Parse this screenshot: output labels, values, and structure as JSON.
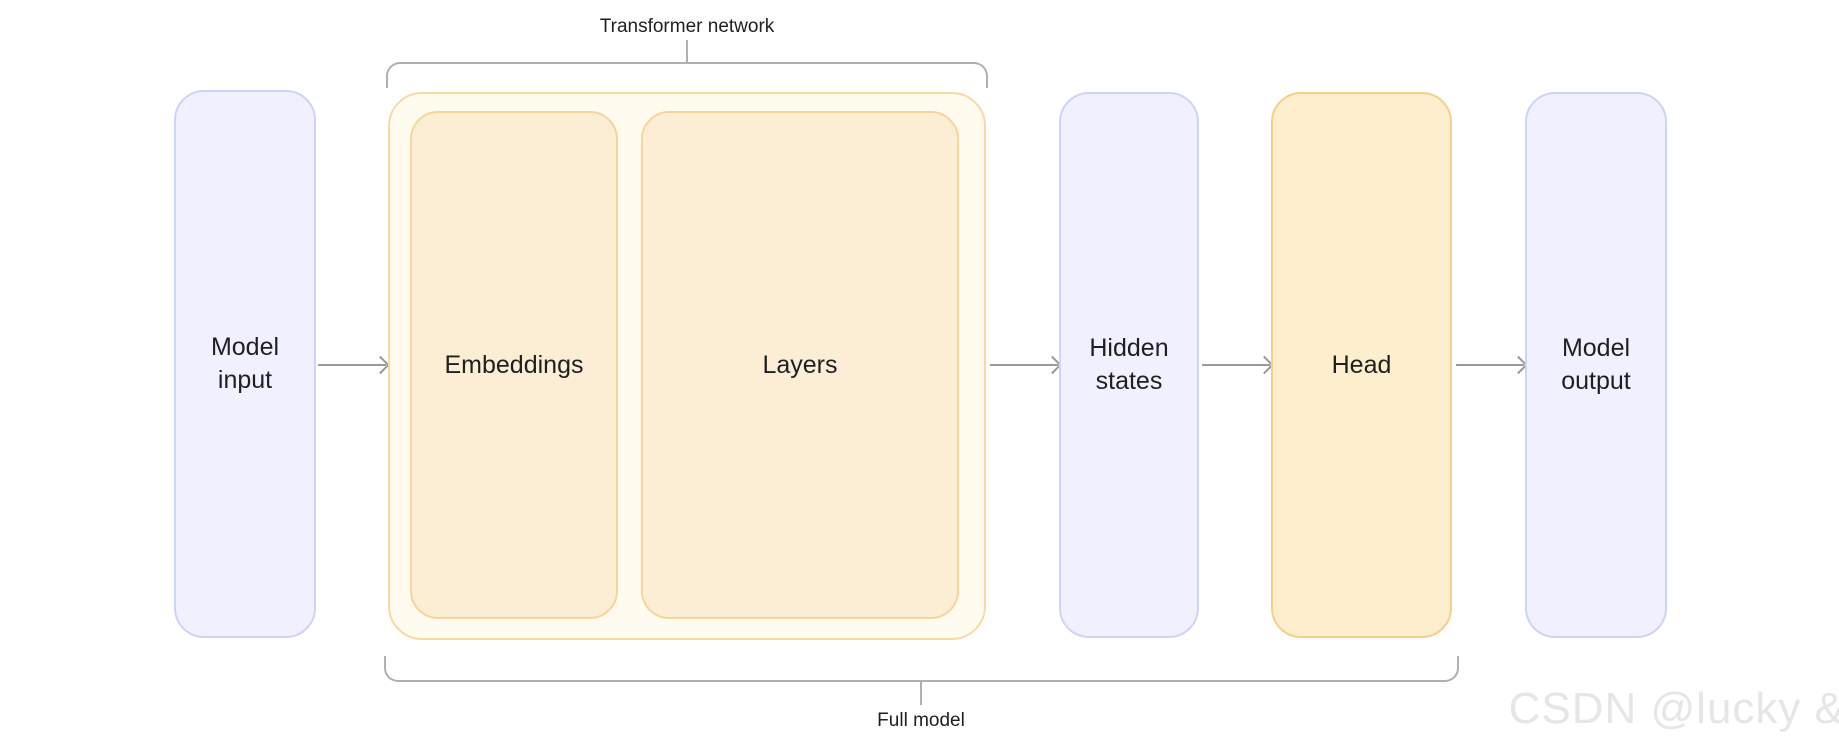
{
  "diagram": {
    "title_top": "Transformer network",
    "title_bottom": "Full model",
    "nodes": {
      "model_input": {
        "label": "Model\ninput",
        "color": "#f1f0fe"
      },
      "transformer_container": {
        "label": "",
        "color": "#fffbef"
      },
      "embeddings": {
        "label": "Embeddings",
        "color": "#fcedd5"
      },
      "layers": {
        "label": "Layers",
        "color": "#fcedd5"
      },
      "hidden_states": {
        "label": "Hidden\nstates",
        "color": "#f1f0fe"
      },
      "head": {
        "label": "Head",
        "color": "#fdeecd"
      },
      "model_output": {
        "label": "Model\noutput",
        "color": "#f1f0fe"
      }
    },
    "arrows": [
      {
        "from": "model_input",
        "to": "transformer_container"
      },
      {
        "from": "transformer_container",
        "to": "hidden_states"
      },
      {
        "from": "hidden_states",
        "to": "head"
      },
      {
        "from": "head",
        "to": "model_output"
      }
    ],
    "brackets": [
      {
        "name": "transformer-network-bracket",
        "caption": "Transformer network",
        "position": "top"
      },
      {
        "name": "full-model-bracket",
        "caption": "Full model",
        "position": "bottom"
      }
    ],
    "colors": {
      "lavender_fill": "#f1f0fe",
      "lavender_stroke": "#ccd4f7",
      "peach_fill": "#fdeecd",
      "peach_stroke": "#f6d08a",
      "cream_fill": "#fffbef",
      "cream_stroke": "#f8d9a6",
      "arrow": "#9a9a9a",
      "bracket": "#b0b0b0",
      "text": "#1f1f1f",
      "background": "#ffffff"
    }
  },
  "watermark": {
    "text": "CSDN @lucky &"
  }
}
